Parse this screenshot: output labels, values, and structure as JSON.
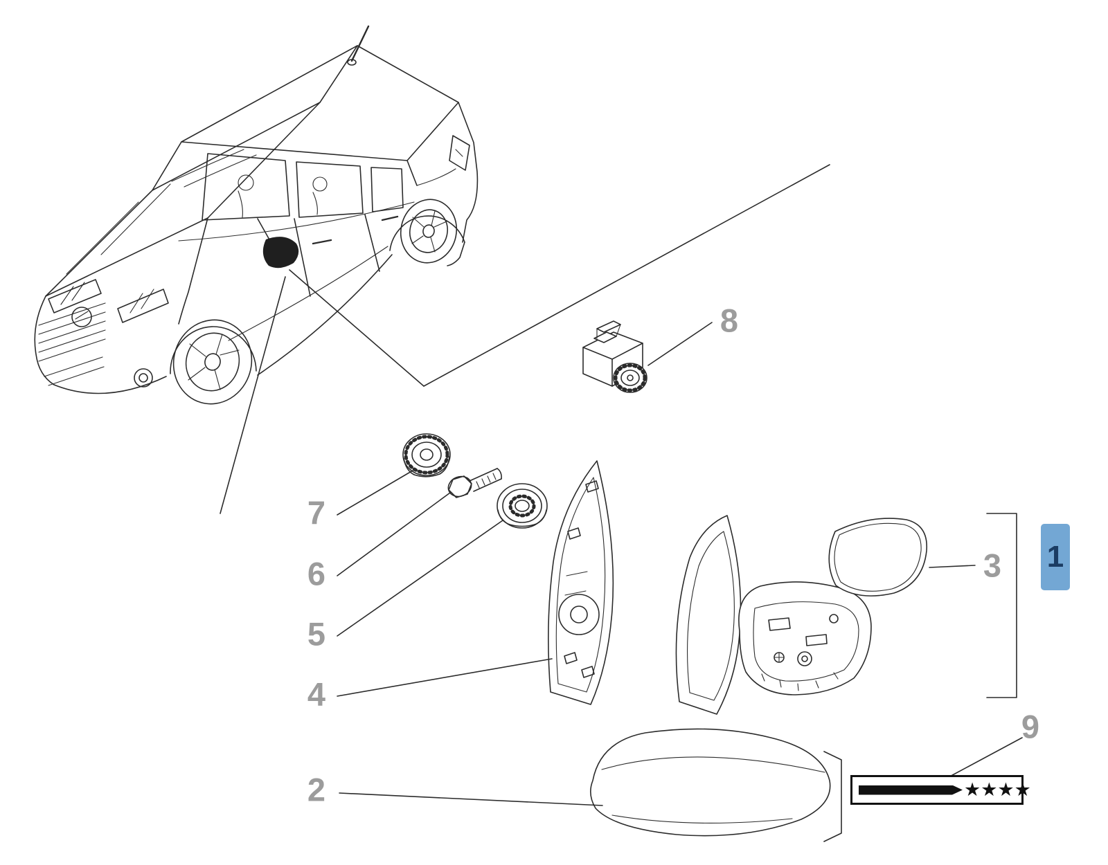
{
  "callouts": [
    {
      "number": "1",
      "highlighted": true
    },
    {
      "number": "2",
      "highlighted": false
    },
    {
      "number": "3",
      "highlighted": false
    },
    {
      "number": "4",
      "highlighted": false
    },
    {
      "number": "5",
      "highlighted": false
    },
    {
      "number": "6",
      "highlighted": false
    },
    {
      "number": "7",
      "highlighted": false
    },
    {
      "number": "8",
      "highlighted": false
    },
    {
      "number": "9",
      "highlighted": false
    }
  ],
  "sticker": {
    "stars": "★★★★"
  },
  "colors": {
    "line": "#2b2b2b",
    "callout_text": "#9c9c9c",
    "highlight_bg": "#73a7d4",
    "highlight_text": "#1b3c63",
    "background": "#ffffff",
    "sticker_ink": "#111111"
  }
}
